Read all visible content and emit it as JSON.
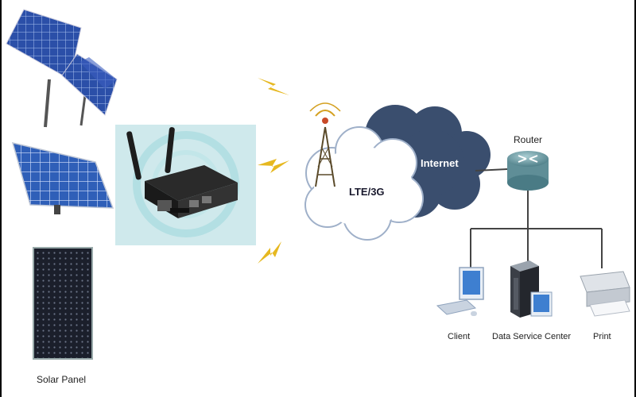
{
  "labels": {
    "solar_panel": "Solar Panel",
    "lte": "LTE/3G",
    "internet": "Internet",
    "router": "Router",
    "client": "Client",
    "data_service_center": "Data Service Center",
    "print": "Print"
  },
  "colors": {
    "panel_blue": "#2b4fa8",
    "cloud_dark": "#3a4e6e",
    "cloud_light": "#ffffff",
    "router_teal": "#5f8e97",
    "lightning": "#e6b820",
    "line": "#444444"
  }
}
